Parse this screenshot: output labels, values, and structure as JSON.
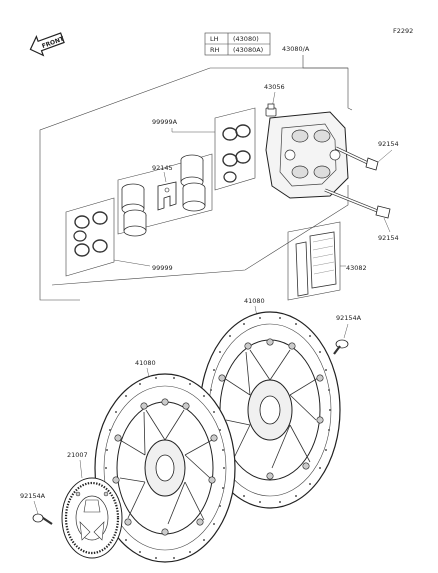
{
  "figure_code": "F2292",
  "front_label": "FRONT",
  "side_table": [
    {
      "side": "LH",
      "part": "(43080)"
    },
    {
      "side": "RH",
      "part": "(43080A)"
    }
  ],
  "parts": {
    "caliper_assy": "43080/A",
    "bleeder_valve": "43056",
    "bolt_upper": "92154",
    "bolt_lower": "92154",
    "piston_seal_kit_a": "99999A",
    "spring": "92145",
    "piston_seal_kit": "99999",
    "brake_pads": "43082",
    "disc_right": "41080",
    "disc_left": "41080",
    "disc_bolt_right": "92154A",
    "sensor_rotor": "21007",
    "disc_bolt_left": "92154A"
  }
}
